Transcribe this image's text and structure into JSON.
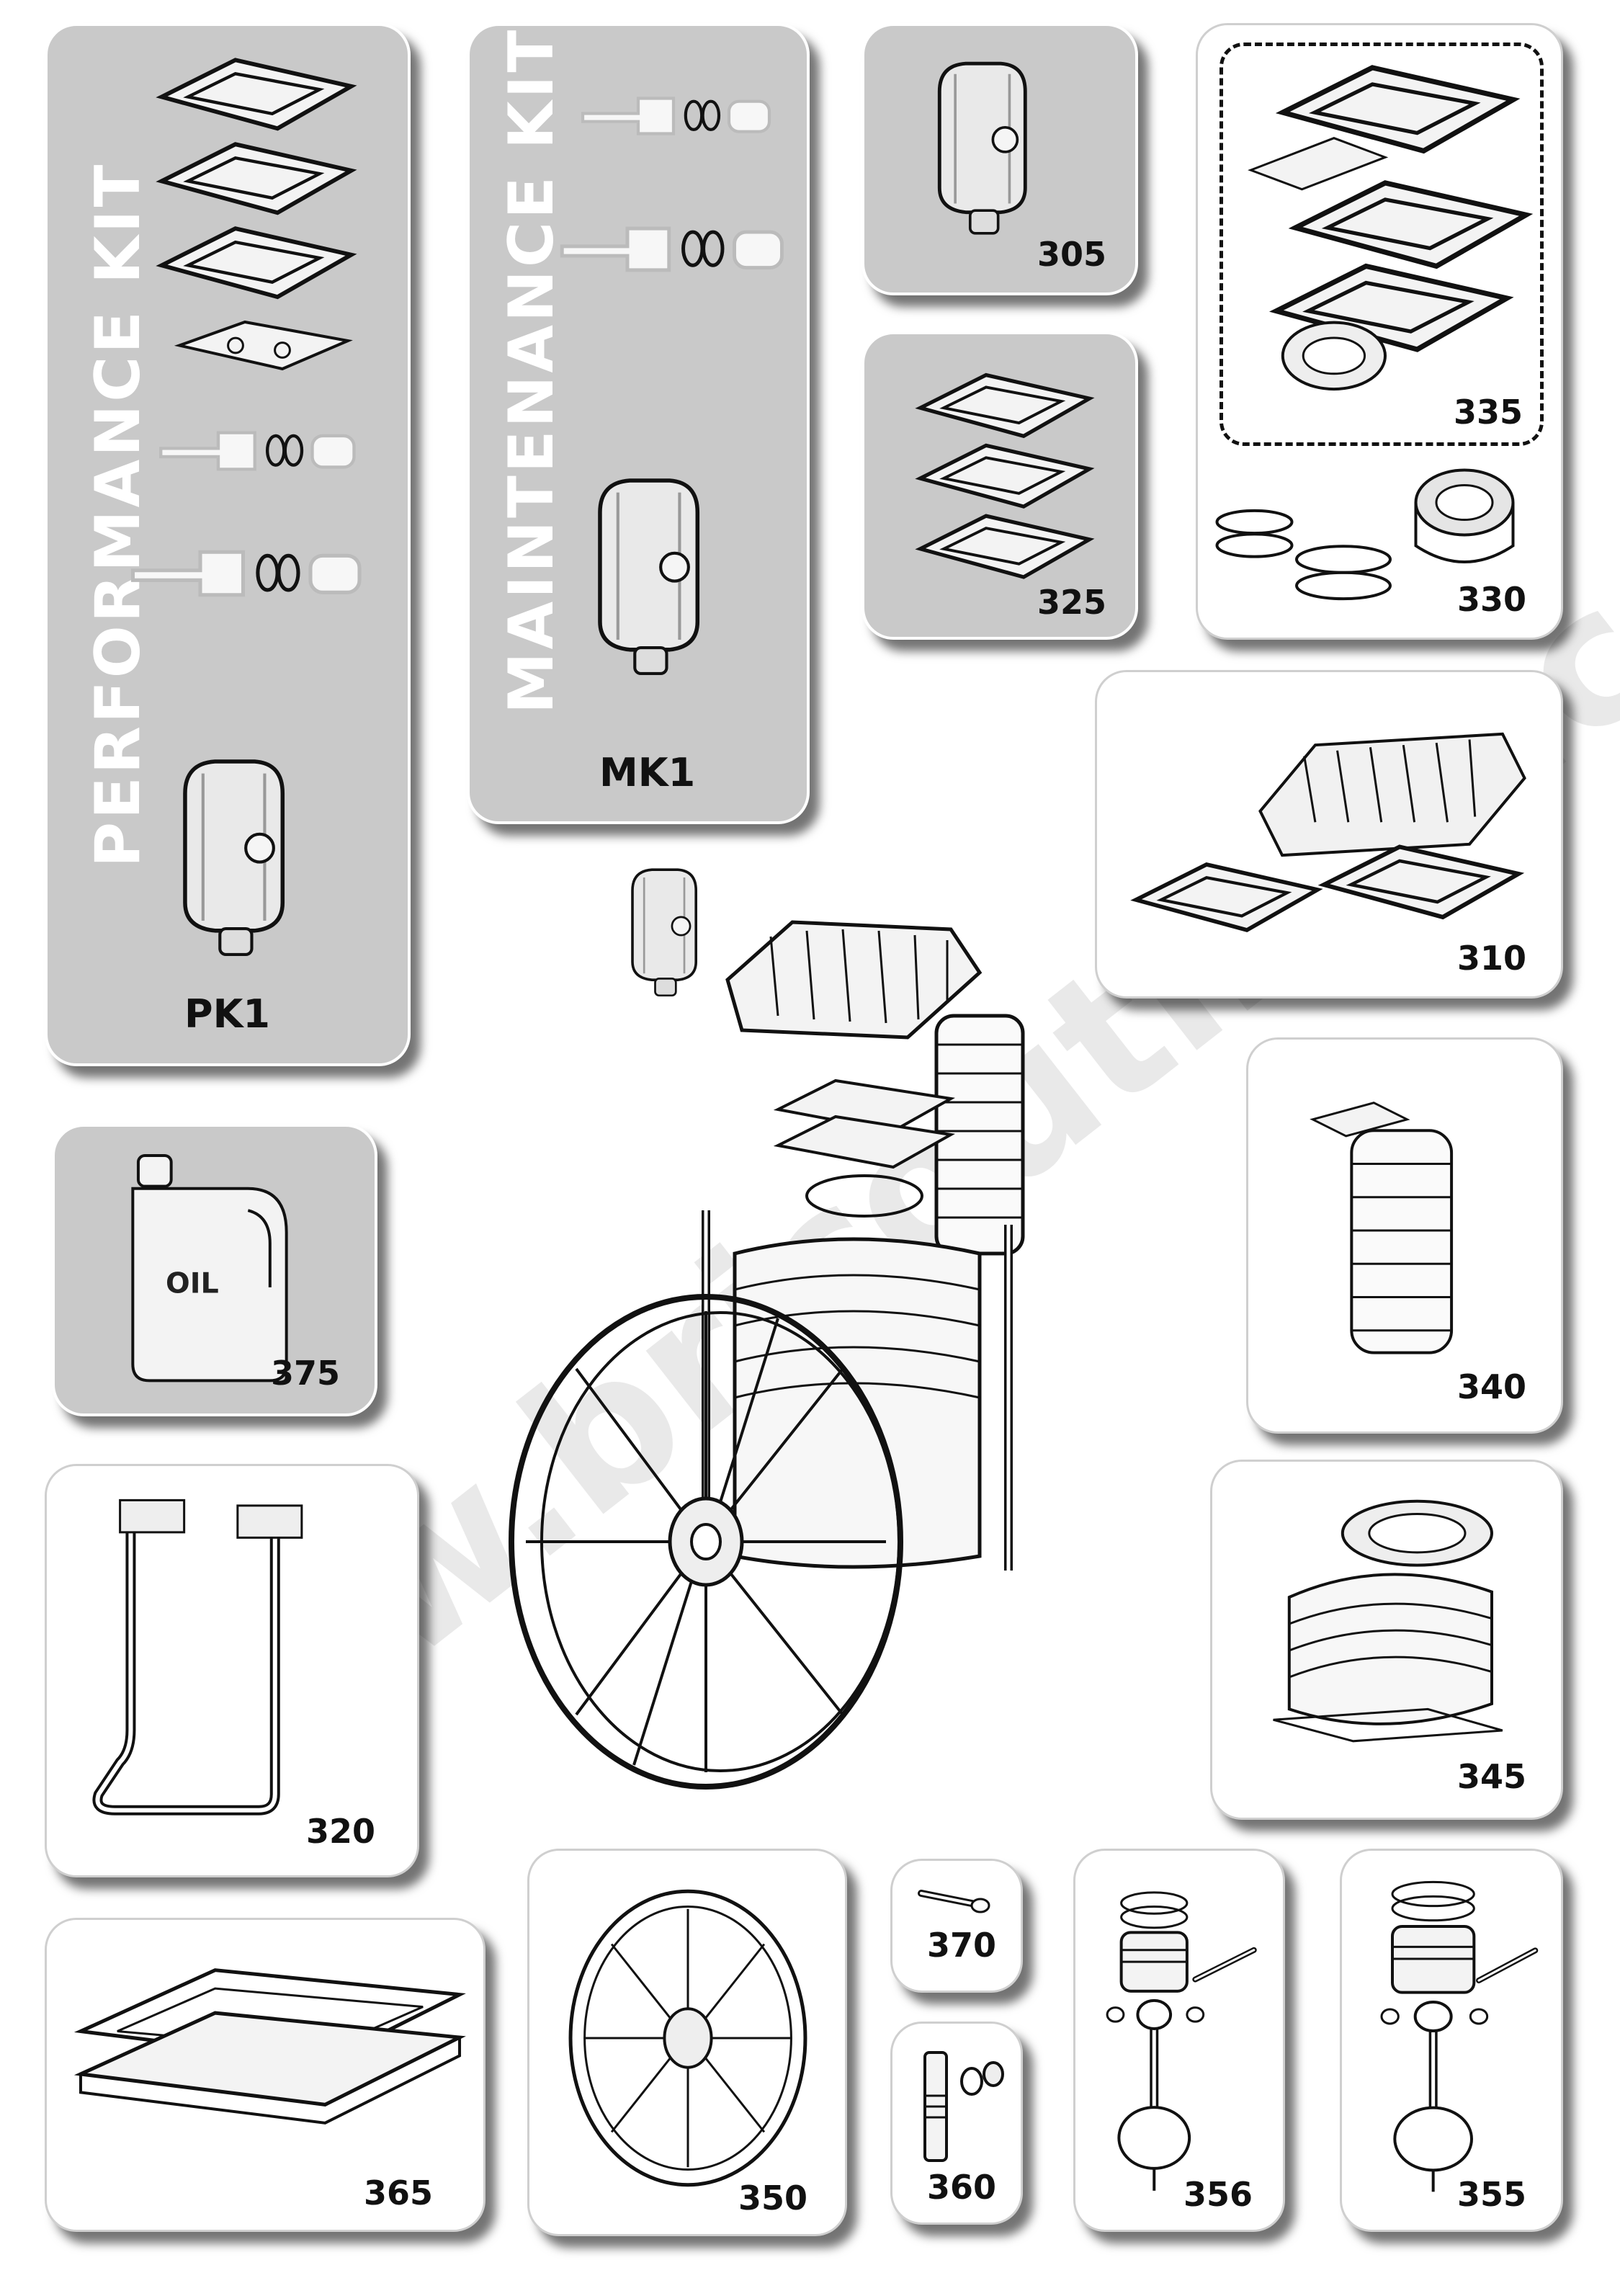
{
  "watermark": "www.bricoutillsli.com",
  "kits": {
    "pk1": {
      "title": "PERFORMANCE  KIT",
      "label": "PK1"
    },
    "mk1": {
      "title": "MAINTENANCE KIT",
      "label": "MK1"
    }
  },
  "parts": {
    "p305": "305",
    "p325": "325",
    "p335": "335",
    "p330": "330",
    "p310": "310",
    "p375": "375",
    "p340": "340",
    "p320": "320",
    "p345": "345",
    "p365": "365",
    "p350": "350",
    "p370": "370",
    "p360": "360",
    "p356": "356",
    "p355": "355"
  },
  "oil_label": "OIL"
}
